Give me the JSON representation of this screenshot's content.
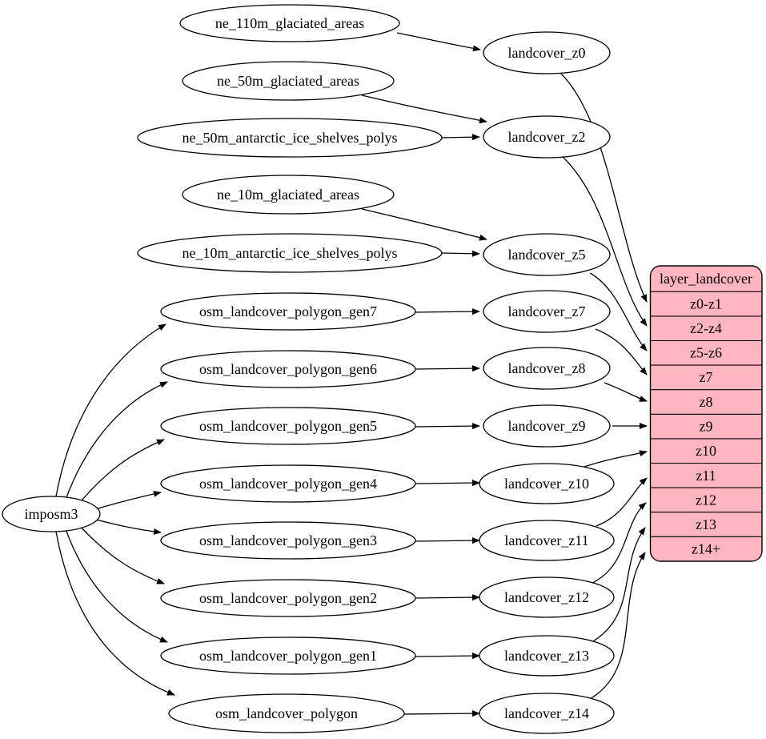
{
  "diagram": {
    "colors": {
      "node_fill": "#ffffff",
      "edge_stroke": "#000000",
      "record_fill": "#ffb6c1",
      "background": "#ffffff"
    },
    "nodes": {
      "imposm3": "imposm3",
      "ne_110m_glaciated_areas": "ne_110m_glaciated_areas",
      "ne_50m_glaciated_areas": "ne_50m_glaciated_areas",
      "ne_50m_antarctic_ice_shelves_polys": "ne_50m_antarctic_ice_shelves_polys",
      "ne_10m_glaciated_areas": "ne_10m_glaciated_areas",
      "ne_10m_antarctic_ice_shelves_polys": "ne_10m_antarctic_ice_shelves_polys",
      "osm_landcover_polygon_gen7": "osm_landcover_polygon_gen7",
      "osm_landcover_polygon_gen6": "osm_landcover_polygon_gen6",
      "osm_landcover_polygon_gen5": "osm_landcover_polygon_gen5",
      "osm_landcover_polygon_gen4": "osm_landcover_polygon_gen4",
      "osm_landcover_polygon_gen3": "osm_landcover_polygon_gen3",
      "osm_landcover_polygon_gen2": "osm_landcover_polygon_gen2",
      "osm_landcover_polygon_gen1": "osm_landcover_polygon_gen1",
      "osm_landcover_polygon": "osm_landcover_polygon",
      "landcover_z0": "landcover_z0",
      "landcover_z2": "landcover_z2",
      "landcover_z5": "landcover_z5",
      "landcover_z7": "landcover_z7",
      "landcover_z8": "landcover_z8",
      "landcover_z9": "landcover_z9",
      "landcover_z10": "landcover_z10",
      "landcover_z11": "landcover_z11",
      "landcover_z12": "landcover_z12",
      "landcover_z13": "landcover_z13",
      "landcover_z14": "landcover_z14"
    },
    "record": {
      "title": "layer_landcover",
      "rows": [
        "z0-z1",
        "z2-z4",
        "z5-z6",
        "z7",
        "z8",
        "z9",
        "z10",
        "z11",
        "z12",
        "z13",
        "z14+"
      ]
    },
    "edges": [
      {
        "from": "imposm3",
        "to": "osm_landcover_polygon_gen7"
      },
      {
        "from": "imposm3",
        "to": "osm_landcover_polygon_gen6"
      },
      {
        "from": "imposm3",
        "to": "osm_landcover_polygon_gen5"
      },
      {
        "from": "imposm3",
        "to": "osm_landcover_polygon_gen4"
      },
      {
        "from": "imposm3",
        "to": "osm_landcover_polygon_gen3"
      },
      {
        "from": "imposm3",
        "to": "osm_landcover_polygon_gen2"
      },
      {
        "from": "imposm3",
        "to": "osm_landcover_polygon_gen1"
      },
      {
        "from": "imposm3",
        "to": "osm_landcover_polygon"
      },
      {
        "from": "ne_110m_glaciated_areas",
        "to": "landcover_z0"
      },
      {
        "from": "ne_50m_glaciated_areas",
        "to": "landcover_z2"
      },
      {
        "from": "ne_50m_antarctic_ice_shelves_polys",
        "to": "landcover_z2"
      },
      {
        "from": "ne_10m_glaciated_areas",
        "to": "landcover_z5"
      },
      {
        "from": "ne_10m_antarctic_ice_shelves_polys",
        "to": "landcover_z5"
      },
      {
        "from": "osm_landcover_polygon_gen7",
        "to": "landcover_z7"
      },
      {
        "from": "osm_landcover_polygon_gen6",
        "to": "landcover_z8"
      },
      {
        "from": "osm_landcover_polygon_gen5",
        "to": "landcover_z9"
      },
      {
        "from": "osm_landcover_polygon_gen4",
        "to": "landcover_z10"
      },
      {
        "from": "osm_landcover_polygon_gen3",
        "to": "landcover_z11"
      },
      {
        "from": "osm_landcover_polygon_gen2",
        "to": "landcover_z12"
      },
      {
        "from": "osm_landcover_polygon_gen1",
        "to": "landcover_z13"
      },
      {
        "from": "osm_landcover_polygon",
        "to": "landcover_z14"
      },
      {
        "from": "landcover_z0",
        "to": "layer_landcover.z0-z1"
      },
      {
        "from": "landcover_z2",
        "to": "layer_landcover.z2-z4"
      },
      {
        "from": "landcover_z5",
        "to": "layer_landcover.z5-z6"
      },
      {
        "from": "landcover_z7",
        "to": "layer_landcover.z7"
      },
      {
        "from": "landcover_z8",
        "to": "layer_landcover.z8"
      },
      {
        "from": "landcover_z9",
        "to": "layer_landcover.z9"
      },
      {
        "from": "landcover_z10",
        "to": "layer_landcover.z10"
      },
      {
        "from": "landcover_z11",
        "to": "layer_landcover.z11"
      },
      {
        "from": "landcover_z12",
        "to": "layer_landcover.z12"
      },
      {
        "from": "landcover_z13",
        "to": "layer_landcover.z13"
      },
      {
        "from": "landcover_z14",
        "to": "layer_landcover.z14+"
      }
    ]
  }
}
